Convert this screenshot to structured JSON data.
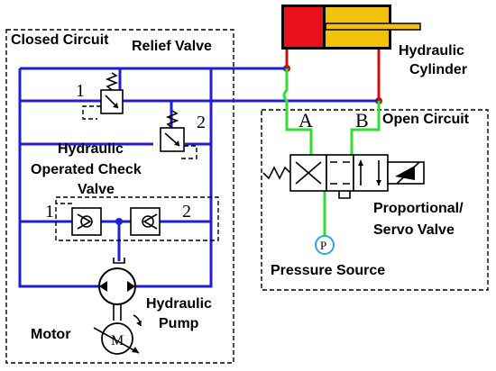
{
  "labels": {
    "closed_circuit": "Closed Circuit",
    "relief_valve": "Relief Valve",
    "hydraulic_cylinder_1": "Hydraulic",
    "hydraulic_cylinder_2": "Cylinder",
    "open_circuit": "Open Circuit",
    "check_valve_1": "Hydraulic",
    "check_valve_2": "Operated Check",
    "check_valve_3": "Valve",
    "proportional_1": "Proportional/",
    "proportional_2": "Servo Valve",
    "pressure_source": "Pressure Source",
    "pump_1": "Hydraulic",
    "pump_2": "Pump",
    "motor": "Motor",
    "motor_symbol": "M",
    "pressure_symbol": "P",
    "port_a": "A",
    "port_b": "B",
    "relief_1_num": "1",
    "relief_2_num": "2",
    "check_1_num": "1",
    "check_2_num": "2"
  },
  "colors": {
    "closed_circuit_line": "#1f1fd6",
    "open_circuit_line": "#33dd33",
    "cylinder_line": "#cc1111",
    "cylinder_body": "#e8101a",
    "cylinder_rod": "#f2c10c",
    "pressure_circle": "#2aa8e0"
  }
}
